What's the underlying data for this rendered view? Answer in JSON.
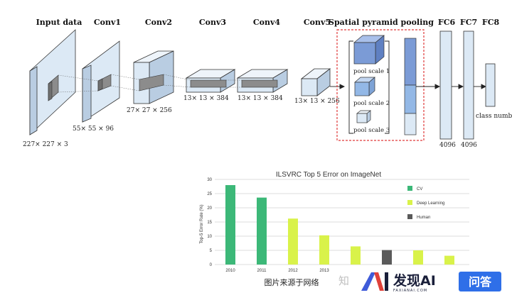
{
  "network": {
    "stage_labels": {
      "input": "Input data",
      "conv1": "Conv1",
      "conv2": "Conv2",
      "conv3": "Conv3",
      "conv4": "Conv4",
      "conv5": "Conv5",
      "spp": "Spatial pyramid pooling",
      "fc6": "FC6",
      "fc7": "FC7",
      "fc8": "FC8"
    },
    "dims": {
      "input": "227× 227 × 3",
      "conv1": "55× 55 × 96",
      "conv2": "27× 27 × 256",
      "conv3": "13× 13 × 384",
      "conv4": "13× 13 × 384",
      "conv5": "13× 13 × 256",
      "fc6": "4096",
      "fc7": "4096",
      "fc8": "class number"
    },
    "pool_scales": [
      "pool scale 1",
      "pool scale 2",
      "pool scale 3"
    ],
    "colors": {
      "slab": "#dce9f5",
      "slab_side": "#b9cde2",
      "slab_top": "#eef4fa",
      "kernel": "#8c8c8c",
      "pool1": "#7b9bd6",
      "pool2": "#93b8e6",
      "pool3": "#dce9f5",
      "spp_border": "#e03a3a"
    }
  },
  "chart_data": {
    "type": "bar",
    "title": "ILSVRC Top 5 Error on ImageNet",
    "ylabel": "Top-5 Error Rate (%)",
    "xlabel": "",
    "ylim": [
      0,
      30
    ],
    "yticks": [
      0,
      5,
      10,
      15,
      20,
      25,
      30
    ],
    "grid": true,
    "legend_position": "right",
    "categories": [
      "2010",
      "2011",
      "2012",
      "2013",
      "",
      "",
      "",
      ""
    ],
    "bars": [
      {
        "value": 28.0,
        "series": "CV"
      },
      {
        "value": 23.6,
        "series": "CV"
      },
      {
        "value": 16.2,
        "series": "Deep Learning"
      },
      {
        "value": 10.3,
        "series": "Deep Learning"
      },
      {
        "value": 6.4,
        "series": "Deep Learning"
      },
      {
        "value": 5.1,
        "series": "Human"
      },
      {
        "value": 5.0,
        "series": "Deep Learning"
      },
      {
        "value": 3.1,
        "series": "Deep Learning"
      }
    ],
    "series": [
      {
        "name": "CV",
        "color": "#3cb878"
      },
      {
        "name": "Deep Learning",
        "color": "#d9f24a"
      },
      {
        "name": "Human",
        "color": "#5a5a5a"
      }
    ]
  },
  "caption": "图片来源于网络",
  "watermark": {
    "zhihu": "知",
    "brand": "发现AI",
    "brand_sub": "FAXIANAI.COM",
    "qa": "问答",
    "colors": {
      "logo_blue": "#3f5bd9",
      "logo_red": "#e0413a",
      "qa_bg": "#2f6fe8"
    }
  }
}
